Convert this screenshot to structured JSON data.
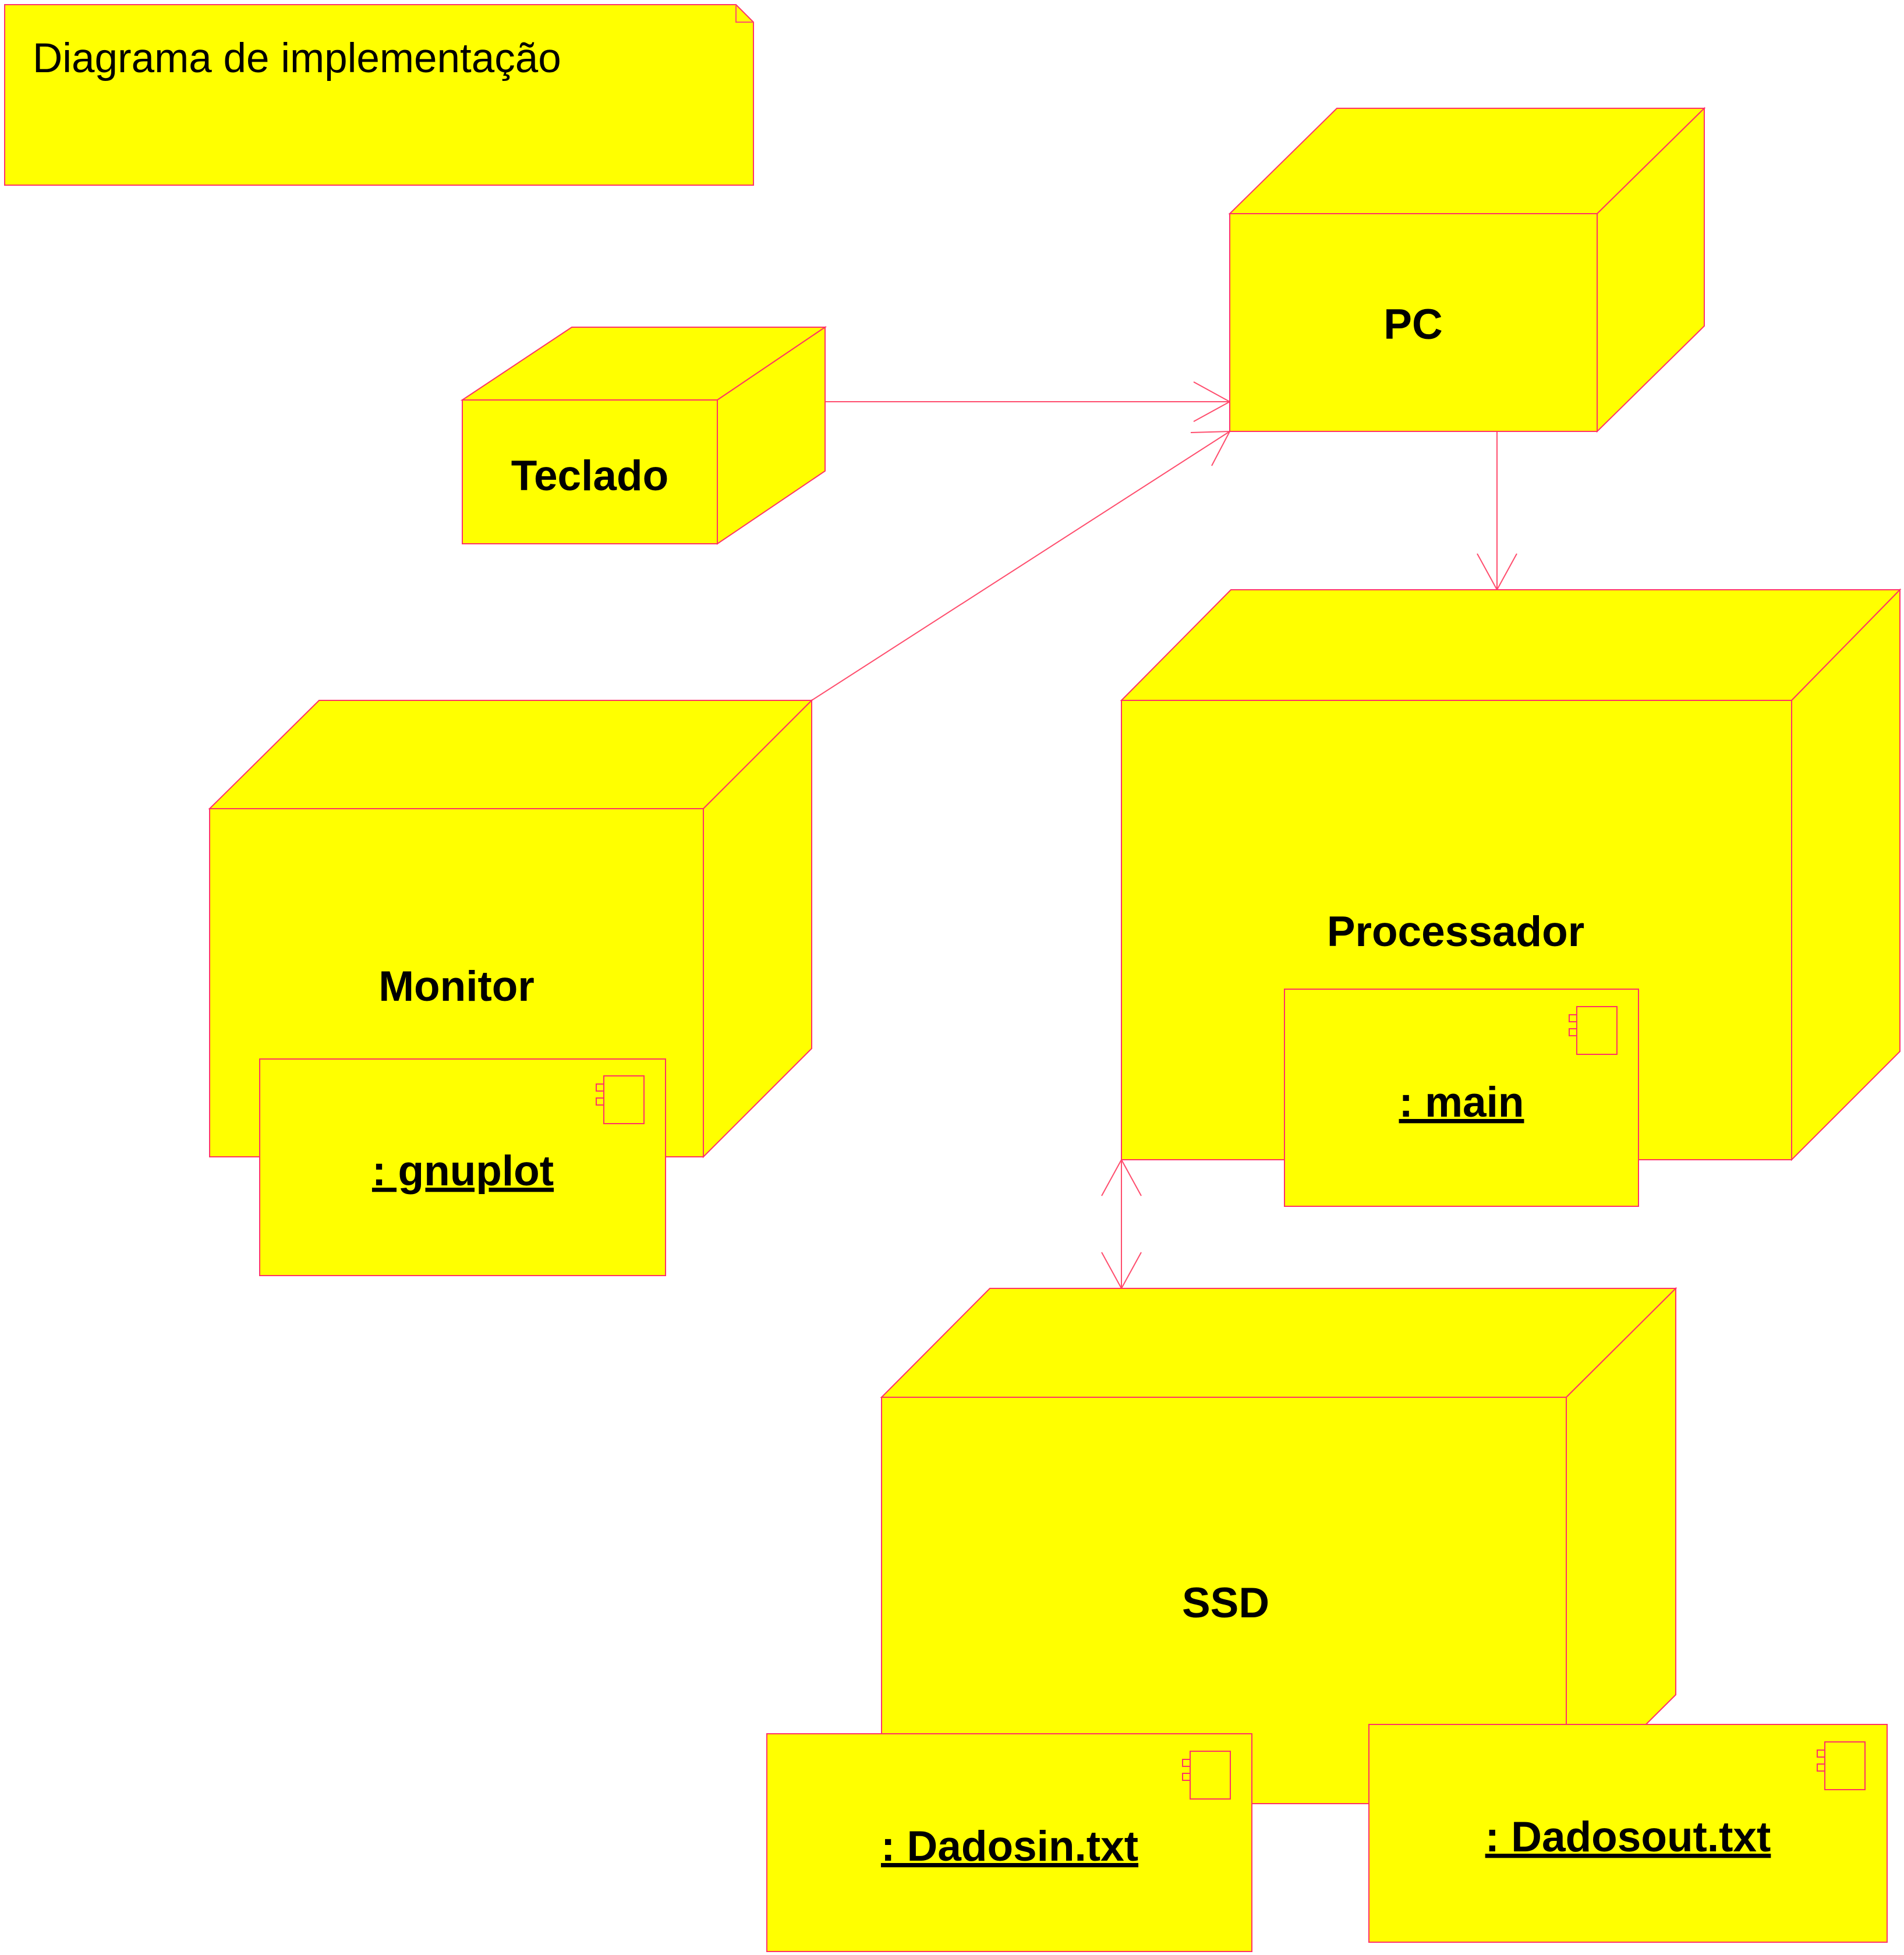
{
  "colors": {
    "fill": "#ffff00",
    "stroke": "#ff3366",
    "edge": "#ff4d6d",
    "text": "#000000"
  },
  "note": {
    "text": "Diagrama de implementação"
  },
  "nodes": {
    "pc": {
      "label": "PC"
    },
    "teclado": {
      "label": "Teclado"
    },
    "monitor": {
      "label": "Monitor"
    },
    "processador": {
      "label": "Processador"
    },
    "ssd": {
      "label": "SSD"
    }
  },
  "components": {
    "gnuplot": {
      "label": ": gnuplot",
      "node": "Monitor"
    },
    "main": {
      "label": ": main",
      "node": "Processador"
    },
    "dadosin": {
      "label": ": Dadosin.txt",
      "node": "SSD"
    },
    "dadosout": {
      "label": ": Dadosout.txt",
      "node": "SSD"
    }
  },
  "edges": [
    {
      "from": "Teclado",
      "to": "PC",
      "arrow": "open"
    },
    {
      "from": "Monitor",
      "to": "PC",
      "arrow": "open"
    },
    {
      "from": "PC",
      "to": "Processador",
      "arrow": "open"
    },
    {
      "from": "Processador",
      "to": "SSD",
      "arrow": "both"
    }
  ]
}
